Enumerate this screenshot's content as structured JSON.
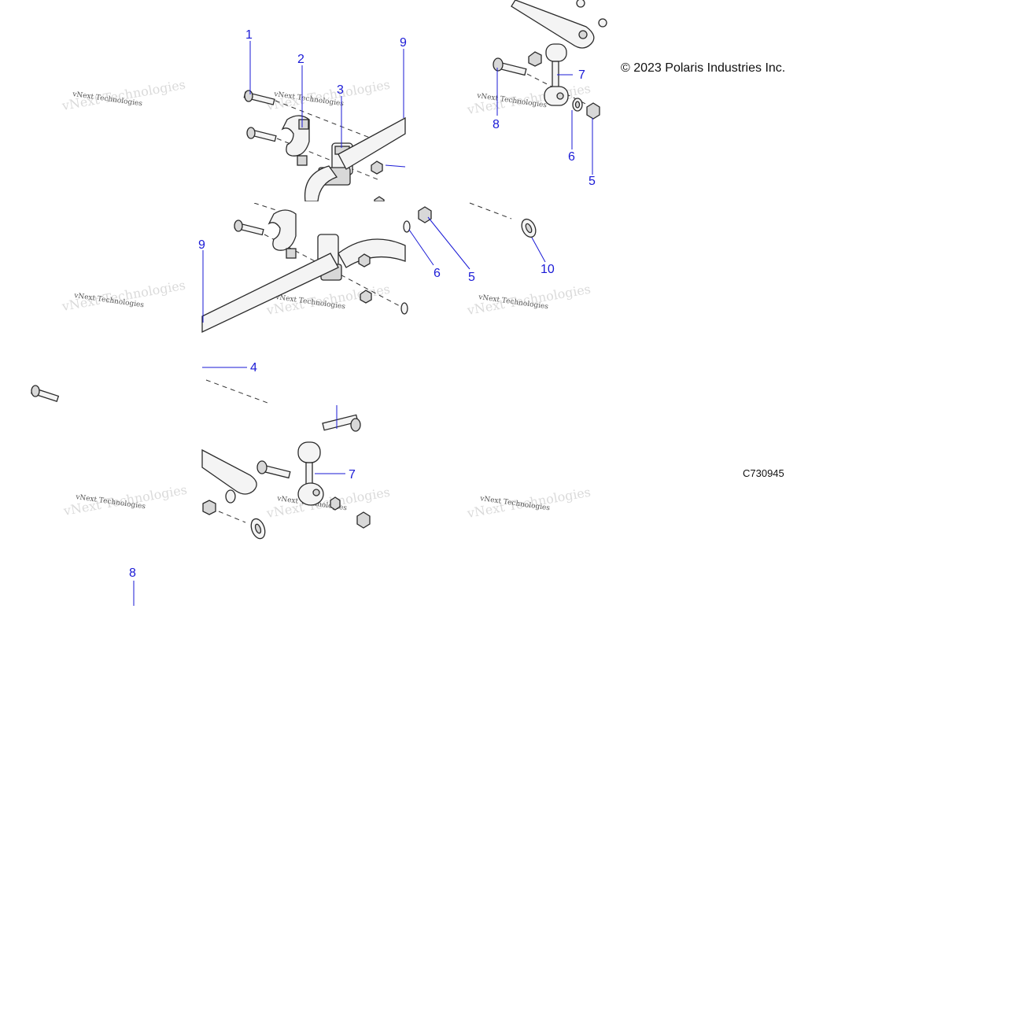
{
  "copyright": "© 2023 Polaris Industries Inc.",
  "drawing_number": "C730945",
  "watermark": "vNext Technologies",
  "colors": {
    "callout": "#1a1ad6",
    "line": "#2a2a2a"
  },
  "callouts": {
    "c1": "1",
    "c2": "2",
    "c3": "3",
    "c4": "4",
    "c5a": "5",
    "c5b": "5",
    "c6a": "6",
    "c6b": "6",
    "c7a": "7",
    "c7b": "7",
    "c8a": "8",
    "c8b": "8",
    "c9a": "9",
    "c9b": "9",
    "c10": "10"
  }
}
